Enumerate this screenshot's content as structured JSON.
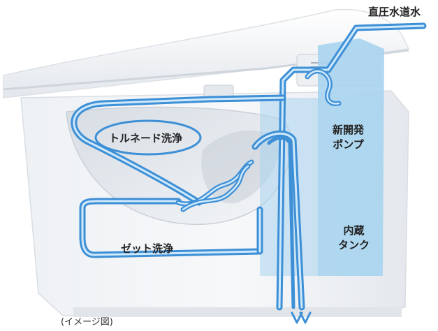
{
  "labels": {
    "direct_water": "直圧水道水",
    "tornado_wash": "トルネード洗浄",
    "new_pump_line1": "新開発",
    "new_pump_line2": "ポンプ",
    "tank_line1": "内蔵",
    "tank_line2": "タンク",
    "jet_wash": "ゼット洗浄",
    "caption": "(イメージ図)"
  },
  "colors": {
    "pipe_outer": "#3d8fd6",
    "pipe_inner": "#cfe9fb",
    "tank": "#a9d4ee",
    "body_light": "#f1f3f6",
    "body_shadow": "#d6dbe2"
  }
}
